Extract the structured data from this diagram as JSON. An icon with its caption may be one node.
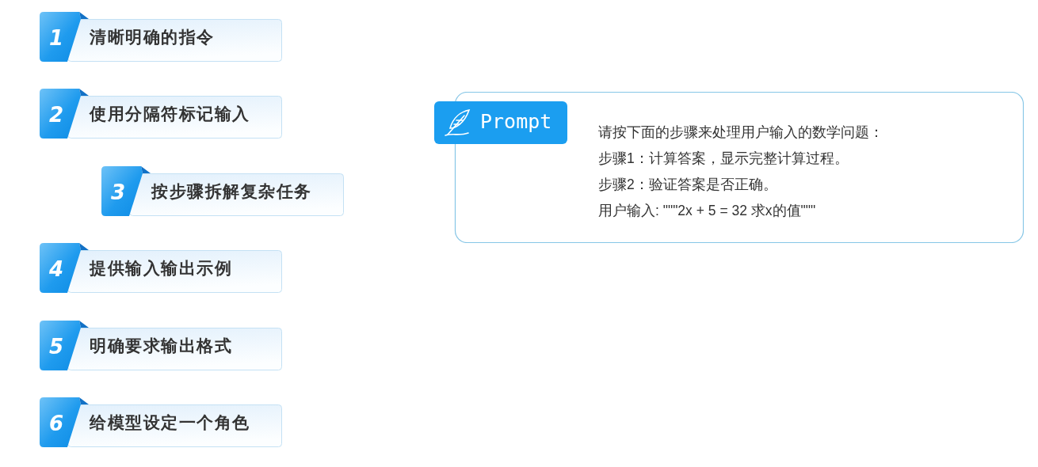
{
  "diagram": {
    "nodes": [
      {
        "text": [
          "1",
          "清晰明确的指令"
        ]
      },
      {
        "text": [
          "2",
          "使用分隔符标记输入"
        ]
      },
      {
        "text": [
          "3",
          "按步骤拆解复杂任务"
        ]
      },
      {
        "text": [
          "4",
          "提供输入输出示例"
        ]
      },
      {
        "text": [
          "5",
          "明确要求输出格式"
        ]
      },
      {
        "text": [
          "6",
          "给模型设定一个角色"
        ]
      },
      {
        "text": [
          "Prompt",
          "请按下面的步骤来处理用户输入的数学问题：",
          "步骤1：计算答案，显示完整计算过程。",
          "步骤2：验证答案是否正确。",
          "用户输入: \"\"\"2x + 5 = 32 求x的值\"\"\""
        ]
      }
    ]
  }
}
